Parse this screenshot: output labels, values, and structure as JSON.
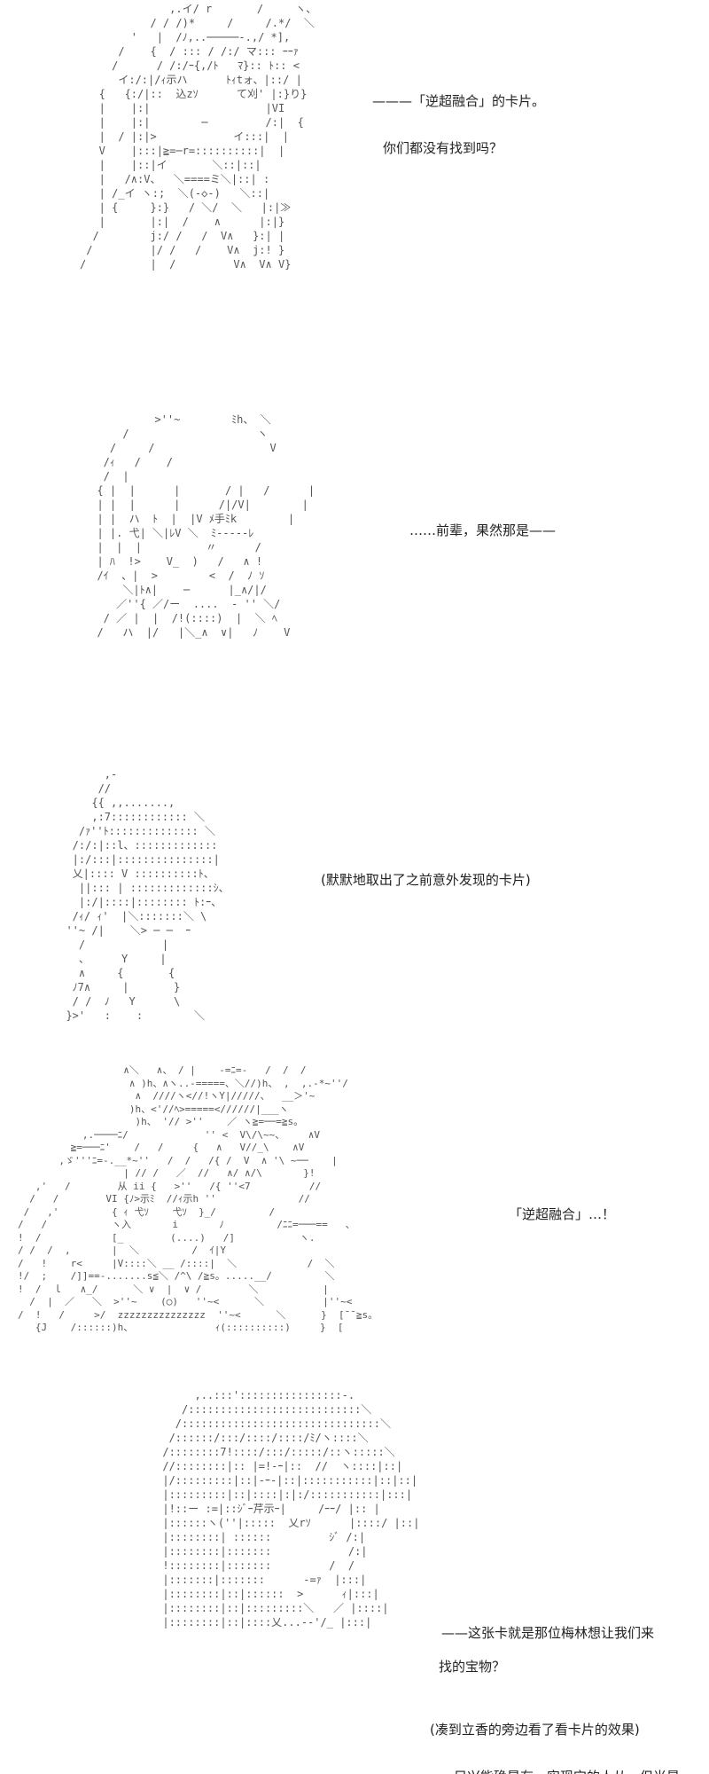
{
  "panels": [
    {
      "art": "              ,.イ/ r       /     ヽ、\n           / / /)*     /     /.*/  ＼\n        '   |  /ﾉ,..─────-.,/ *],\n      /    {  / ::: / /:/ マ::: ｰｰｧ\n     /      / /:/ｰ{,/ﾄ   ﾏ}:: ﾄ:: <\n      イ:/:|/ｨ示ハ      ﾄｨtォ、|::/ |\n   {   {:/|::  込zｿ      て刈' |:}り}\n   |    |:|                  |VI\n   |    |:|        ─         /:|  {\n   |  / |:|>            イ:::|  |\n   V    |:::|≧=─r=::::::::::|  |\n   |    |::|イ       ＼::|::|\n   |   /∧:V、  ＼====ミ＼|::| :\n   | /_イ ヽ:;  ＼(-◇-)   ＼::|\n   | {     }:}   / ＼/  ＼   |:|≫\n   |       |:|  /    ∧      |:|}\n  /        j:/ /   /  V∧   }:| |\n /         |/ /   /    V∧  j:! }\n/          |  /         V∧  V∧ V}",
      "dialogue": [
        "———「逆超融合」的卡片。",
        "你们都没有找到吗？"
      ]
    },
    {
      "art": "           >''~        ﾐh、 ＼\n      /                    ヽ\n    /     /                  V\n   /ｨ   /    /\n   /  |\n  { |  |      |       / |   /      |\n  | |  |      |      /|/V|        |\n  | |  ハ  ﾄ  |  |V ﾒ手ﾐk        |\n  | |. 弋| ＼|ﾚV ＼  ﾐ-----ﾚ\n  |  |  |          〃      /\n  | ﾊ  !>    V_  )   /   ∧ !\n  /ｲ  、|  >        <  /  ﾉ ｿ\n      ＼|ﾄ∧|    ─      |_∧/|/\n     ／''{ ／/ー  ....  - '' ＼/\n   / ／ |  |  /!(::::)  |  ＼ ﾍ\n  /   ハ  |/   |＼_∧  ∨|   ﾉ    V",
      "dialogue": [
        "……前辈，果然那是——"
      ]
    },
    {
      "art": "        ,-\n       //\n      {{ ,,.......,\n      ,:7:::::::::::: ＼\n    /ｧ''ﾄ:::::::::::::: ＼\n   /:/:|::l、:::::::::::::\n   |:/:::|:::::::::::::::|\n   乂|:::: V ::::::::::ﾄ、\n    ||::: | :::::::::::::ｼ、\n    |:/|::::|:::::::: ﾄ:ｰ、\n   /ｨ/ ｨ'  |＼:::::::＼ \\\n  ''~ /|    ＼> ─ ─  ｰ\n    /            |\n    、     Y     |\n    ∧     {       {\n   ﾉ7∧     |       }\n   / /  ﾉ   Y      \\\n  }>'   :    :        ＼",
      "dialogue": [
        "(默默地取出了之前意外发现的卡片)"
      ]
    },
    {
      "art": "                  ∧＼   ∧、 / |    -=ﾆ=-   /  /  /\n                   ∧ )h、∧ヽ..-=====、＼//)h、 ,  ,.-*~''/\n                    ∧  ////ヽ<//!ヽY|/////、  __＞'~\n                   )h、<'//ﾍ>=====<//////|___ヽ\n                    )h、 '// >''    ／ ヽ≧=──=≧s。\n           ,.────ﾆ/             '' <  V\\/\\~~、    ∧V\n         ≧=───ﾆ'    /   /     {   ∧   V//_\\    ∧V\n       ,ゞ'''ﾆ=-.__*~''   /  /   /{ /  V  ∧ '\\ ~──    |\n                  | // /   ／  //   ∧/ ∧/\\       }!\n   ,'   /        从 ii {   >''   /{ ''<7          //\n  /   /        VI {ﾉ>示ﾐ  //ｨ示h ''              //\n /   ,'         { ｨ 弋ｿ    弋ｿ  }_/         /\n/   /           ヽ入       i       ﾉ         /ﾆﾆ=───==   、\n!  /            [_        (....)   /]           ヽ.\n/ /  /  ,       |  ＼         /  ｲ|Y\n/   !    r<     |V::::＼ __ /::::|  ＼            /  ＼\n!/  ;    /]]==-.......s≦＼ /^\\ /≧s。.....__/         ＼\n!  /  ｌ   ∧_/      ＼ ∨  |  ∨ /        ＼           |\n  /  |  ／   ＼  >''~    (◯)   ''~<      ＼          |''~<\n/  !   /     >/  zzzzzzzzzzzzzzz  ''~<      ＼      }  [¯¯≧s。\n   {J    /::::::)h、              ｨ(::::::::::)     }  [",
      "dialogue": [
        "「逆超融合」…！"
      ]
    },
    {
      "art": "           ,..:::'::::::::::::::::-.\n         /:::::::::::::::::::::::::::＼\n        /:::::::::::::::::::::::::::::::＼\n       /::::::/:::/::::/::::/ﾐ/ヽ::::＼\n      /::::::::7!::::/:::/:::::/::ヽ:::::＼\n      //::::::::|:: |=!-ｰ|::  //  ヽ::::|::|\n      |/:::::::::|::|-ｰ-|::|:::::::::::|::|::|\n      |:::::::::|::|::::|:|:/:::::::::::|:::|\n      |!::ー :=|::ｼﾞｰ芹示ｰ|     /ｰｰ/ |:: |\n      |::::::ヽ(''|:::::  乂rｿ      |::::/ |::|\n      |::::::::| ::::::         ｼﾞ /:|\n      |::::::::|:::::::            /:|\n      !::::::::|:::::::         /  /\n      |:::::::|:::::::      -=ｧ  |:::|\n      |::::::::|::|::::::  >      ｨ|:::|\n      |::::::::|::|:::::::::＼   ／ |::::|\n      |::::::::|::|::::乂...--'/_ |:::|",
      "dialogue": [
        "——这张卡就是那位梅林想让我们来",
        "找的宝物？",
        "(凑到立香的旁边看了看卡片的效果)",
        "只兴能确是有，实现它的人从，但当是"
      ]
    }
  ]
}
